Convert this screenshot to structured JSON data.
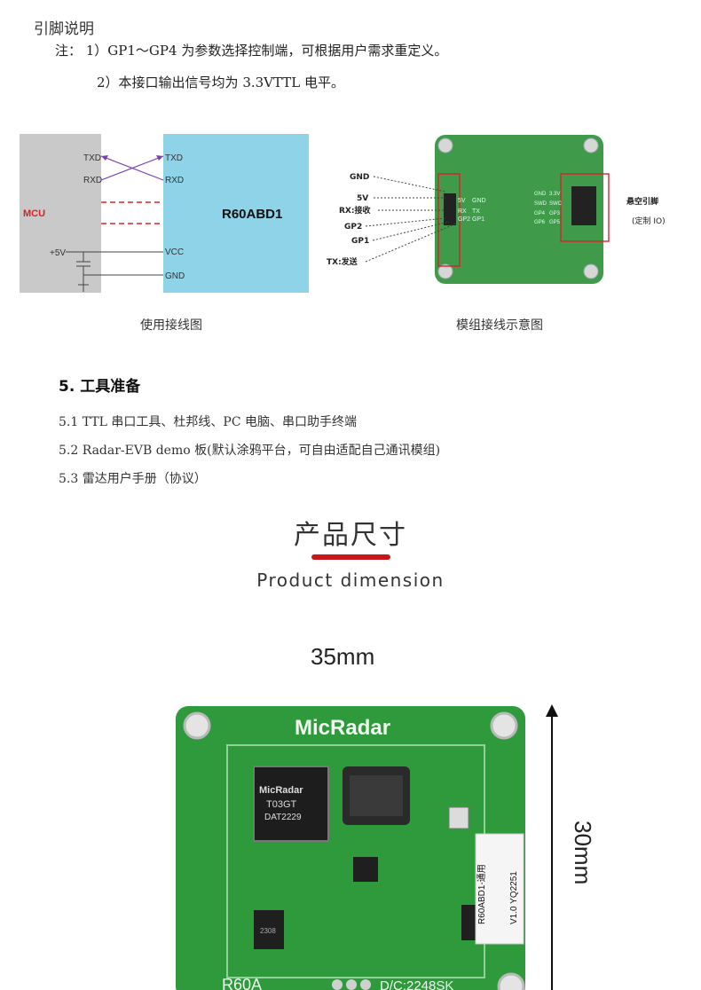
{
  "pin_section": {
    "title": "引脚说明",
    "note_1": "注：  1）GP1～GP4 为参数选择控制端，可根据用户需求重定义。",
    "note_2": "2）本接口输出信号均为 3.3VTTL 电平。"
  },
  "wiring_diagram": {
    "mcu_label": "MCU",
    "module_label": "R60ABD1",
    "txd_left": "TXD",
    "rxd_left": "RXD",
    "txd_right": "TXD",
    "rxd_right": "RXD",
    "plus5v": "+5V",
    "vcc": "VCC",
    "gnd": "GND",
    "caption": "使用接线图"
  },
  "module_diagram": {
    "left_labels": [
      "GND",
      "5V",
      "RX:接收",
      "GP2",
      "GP1",
      "TX:发送"
    ],
    "pin_text_left": [
      "5V",
      "GND",
      "RX",
      "TX",
      "GP2",
      "GP1"
    ],
    "pin_text_right": [
      "GND",
      "3.3V",
      "SWD",
      "SWC",
      "GP4",
      "GP3",
      "GP6",
      "GP5"
    ],
    "right_label_1": "悬空引脚",
    "right_label_2": "(定制 IO)",
    "caption": "模组接线示意图"
  },
  "tools": {
    "title": "5.  工具准备",
    "items": [
      "5.1 TTL 串口工具、杜邦线、PC 电脑、串口助手终端",
      "5.2 Radar-EVB demo 板(默认涂鸦平台，可自由适配自己通讯模组)",
      "5.3 雷达用户手册（协议）"
    ]
  },
  "dimension": {
    "title_cn": "产品尺寸",
    "title_en": "Product dimension",
    "width_label": "35mm",
    "height_label": "30mm"
  },
  "board": {
    "brand": "MicRadar",
    "chip_brand": "MicRadar",
    "chip_model": "T03GT",
    "chip_date": "DAT2229",
    "label_line_1": "R60ABD1-通用",
    "label_line_2": "V1.0 YQ2251",
    "model_text": "R60A",
    "dc_text": "D/C:2248SK",
    "small_chip": "2308"
  },
  "colors": {
    "mcu_gray": "#c9c9c9",
    "module_blue": "#8fd3e8",
    "red_line": "#e0202a",
    "purple_arrow": "#7a3fb0",
    "pcb_green": "#2e9a3c",
    "accent_red": "#c8161d"
  }
}
